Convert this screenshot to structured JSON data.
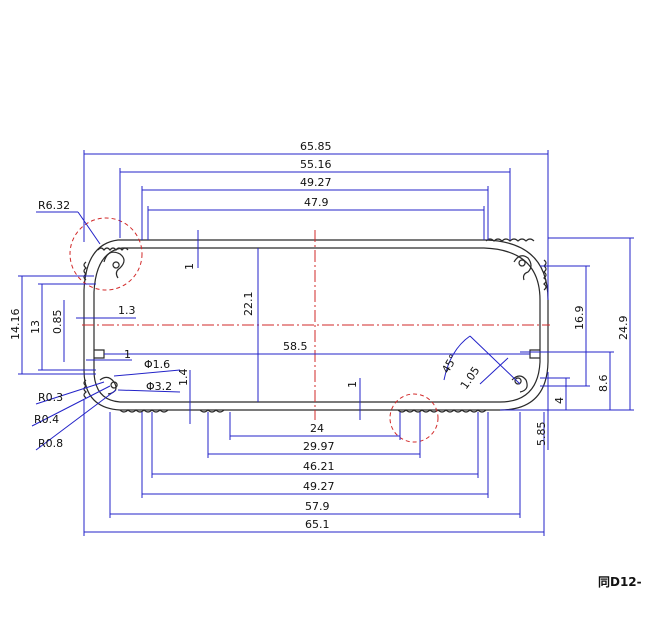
{
  "dimensions": {
    "top_65_85": "65.85",
    "top_55_16": "55.16",
    "top_49_27": "49.27",
    "top_47_9": "47.9",
    "bot_24": "24",
    "bot_29_97": "29.97",
    "bot_46_21": "46.21",
    "bot_49_27": "49.27",
    "bot_57_9": "57.9",
    "bot_65_1": "65.1",
    "inner_58_5": "58.5",
    "v_22_1": "22.1",
    "v_1_top": "1",
    "v_1_bottom": "1",
    "v_1_4": "1.4",
    "left_14_16": "14.16",
    "left_13": "13",
    "left_0_85": "0.85",
    "left_1_3": "1.3",
    "left_1": "1",
    "right_24_9": "24.9",
    "right_16_9": "16.9",
    "right_8_6": "8.6",
    "right_4": "4",
    "right_5_85": "5.85",
    "angle_45": "45°",
    "slot_1_05": "1.05"
  },
  "callouts": {
    "r_6_32": "R6.32",
    "r_0_3": "R0.3",
    "r_0_4": "R0.4",
    "r_0_8": "R0.8",
    "phi_1_6": "Φ1.6",
    "phi_3_2": "Φ3.2"
  },
  "title_label": "同D12-",
  "colors": {
    "dimension": "#2323c8",
    "centerline": "#d22a2a",
    "outline": "#2a2a2a"
  }
}
